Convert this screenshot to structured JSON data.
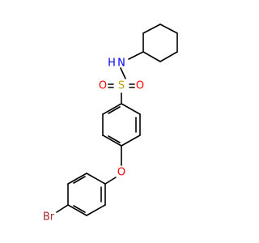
{
  "molecule": {
    "atoms": {
      "nitrogen": {
        "label": "N",
        "color": "#0000ff"
      },
      "hydrogen_on_n": {
        "label": "H",
        "color": "#0000ff"
      },
      "sulfur": {
        "label": "S",
        "color": "#c8a000"
      },
      "oxygen_left": {
        "label": "O",
        "color": "#ff0000"
      },
      "oxygen_right": {
        "label": "O",
        "color": "#ff0000"
      },
      "oxygen_ether": {
        "label": "O",
        "color": "#ff0000"
      },
      "bromine": {
        "label": "Br",
        "color": "#a52a2a"
      }
    },
    "bond_color": "#000000"
  }
}
